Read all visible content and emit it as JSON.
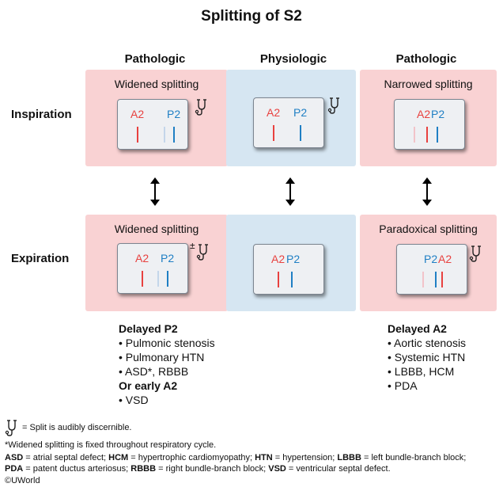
{
  "title": "Splitting of S2",
  "columns": [
    "Pathologic",
    "Physiologic",
    "Pathologic"
  ],
  "rows": [
    "Inspiration",
    "Expiration"
  ],
  "panels": {
    "insp_left": "Widened splitting",
    "insp_right": "Narrowed splitting",
    "exp_left": "Widened splitting",
    "exp_right": "Paradoxical splitting"
  },
  "sounds": {
    "a2": "A2",
    "p2": "P2",
    "plusminus": "±"
  },
  "left_list": {
    "heading1": "Delayed P2",
    "items1": [
      "• Pulmonic stenosis",
      "• Pulmonary HTN",
      "• ASD*, RBBB"
    ],
    "heading2": "Or early A2",
    "items2": [
      "• VSD"
    ]
  },
  "right_list": {
    "heading": "Delayed A2",
    "items": [
      "• Aortic stenosis",
      "• Systemic HTN",
      "• LBBB, HCM",
      "• PDA"
    ]
  },
  "notes": {
    "steth_legend": "= Split is audibly discernible.",
    "fixed": "*Widened splitting is fixed throughout respiratory cycle.",
    "abbr_line1": [
      {
        "k": "ASD",
        "v": " = atrial septal defect; "
      },
      {
        "k": "HCM",
        "v": " = hypertrophic cardiomyopathy; "
      },
      {
        "k": "HTN",
        "v": " = hypertension;  "
      },
      {
        "k": "LBBB",
        "v": " = left bundle-branch block;"
      }
    ],
    "abbr_line2": [
      {
        "k": "PDA",
        "v": " = patent ductus arteriosus; "
      },
      {
        "k": "RBBB",
        "v": " = right bundle-branch block; "
      },
      {
        "k": "VSD",
        "v": " = ventricular septal defect."
      }
    ],
    "copyright": "©UWorld"
  },
  "colors": {
    "pink": "#f9d2d3",
    "blue": "#d6e6f2",
    "a2": "#e8413f",
    "p2": "#1f7fc4"
  },
  "icons": [
    "stethoscope-icon",
    "double-arrow-icon"
  ]
}
